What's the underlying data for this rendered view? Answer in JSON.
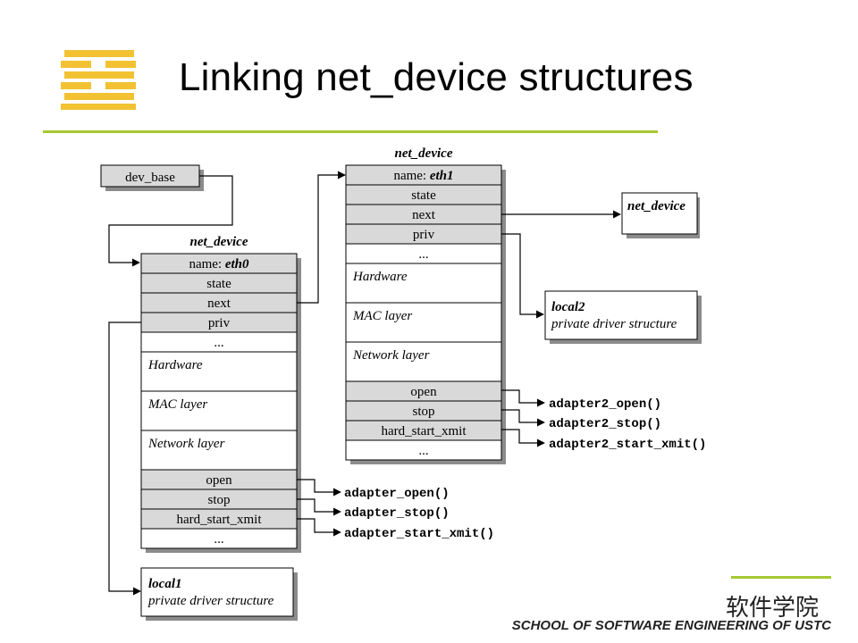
{
  "slide": {
    "title": "Linking net_device structures"
  },
  "diagram": {
    "dev_base_label": "dev_base",
    "struct_label": "net_device",
    "dev0": {
      "rows": [
        "name: ",
        "state",
        "next",
        "priv",
        "...",
        "Hardware",
        "MAC layer",
        "Network layer",
        "open",
        "stop",
        "hard_start_xmit",
        "..."
      ],
      "name_value": "eth0",
      "methods": [
        "adapter_open()",
        "adapter_stop()",
        "adapter_start_xmit()"
      ],
      "private": {
        "name": "local1",
        "desc": "private driver structure"
      }
    },
    "dev1": {
      "rows": [
        "name: ",
        "state",
        "next",
        "priv",
        "...",
        "Hardware",
        "MAC layer",
        "Network layer",
        "open",
        "stop",
        "hard_start_xmit",
        "..."
      ],
      "name_value": "eth1",
      "methods": [
        "adapter2_open()",
        "adapter2_stop()",
        "adapter2_start_xmit()"
      ],
      "private": {
        "name": "local2",
        "desc": "private driver structure"
      }
    },
    "next_device_label": "net_device"
  },
  "footer": {
    "chinese_text": "软件学院",
    "english_text": "SCHOOL OF SOFTWARE ENGINEERING OF USTC"
  },
  "colors": {
    "accent_green": "#a6c832",
    "logo_yellow": "#f2c232",
    "shaded_row": "#d9d9d9",
    "box_shadow": "#8c8c8c"
  }
}
